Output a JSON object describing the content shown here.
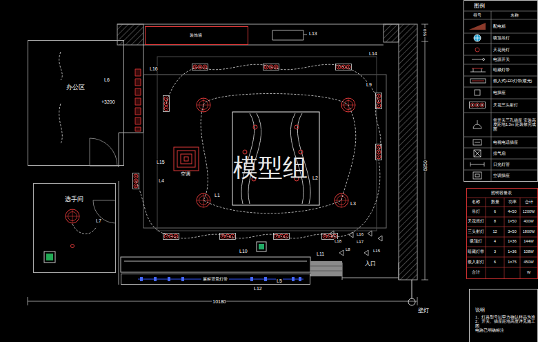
{
  "diagram": {
    "nodes": [
      {
        "text": [
          "办公区"
        ]
      },
      {
        "text": [
          "选手间"
        ]
      },
      {
        "text": [
          "空调"
        ]
      },
      {
        "text": [
          "装饰墙"
        ]
      },
      {
        "text": [
          "展柜背景灯带"
        ]
      },
      {
        "text": [
          "图例"
        ]
      },
      {
        "text": [
          "照明容量表"
        ]
      },
      {
        "text": [
          "说明",
          "1、灯具型号以甲方确认样品为准",
          "2、开关、插座距地高度详见施工图",
          "电路已明确标注"
        ]
      }
    ],
    "labels": [
      "L13",
      "L14",
      "L16",
      "L6",
      "+3200",
      "L9",
      "L15",
      "L4",
      "L2",
      "L1",
      "L3",
      "L7",
      "L10",
      "L11",
      "L5",
      "L12",
      "L16",
      "L18",
      "L17",
      "L8",
      "L15",
      "入口",
      "壁灯",
      "10180",
      "6850",
      "590",
      "模型组",
      "符号",
      "名称",
      "名称",
      "数量",
      "功率",
      "合计",
      "吊灯",
      "6",
      "4×50",
      "1200W",
      "天花筒灯",
      "8",
      "1×50",
      "400W",
      "三头射灯",
      "12",
      "3×50",
      "1800W",
      "吸顶灯",
      "4",
      "1×36",
      "144W",
      "暗藏灯带",
      "3",
      "1×36",
      "108W",
      "嵌入射灯",
      "6",
      "1×75",
      "450W",
      "合计",
      "W"
    ],
    "legend": [
      {
        "text": "配电箱",
        "color": "#8b3a2a"
      },
      {
        "text": "吸顶吊灯"
      },
      {
        "text": "天花筒灯"
      },
      {
        "text": "电源开关"
      },
      {
        "text": "暗藏灯带"
      },
      {
        "text": "嵌入式LED灯带(暖光)"
      },
      {
        "text": "电插座"
      },
      {
        "text": "天花三头射灯"
      },
      {
        "text": "带开关三孔插座 安装高度距地1.3m 距装修完成面"
      },
      {
        "text": "电视电话插座"
      },
      {
        "text": "排气扇"
      },
      {
        "text": "日光灯管"
      },
      {
        "text": "空调插座"
      }
    ]
  }
}
